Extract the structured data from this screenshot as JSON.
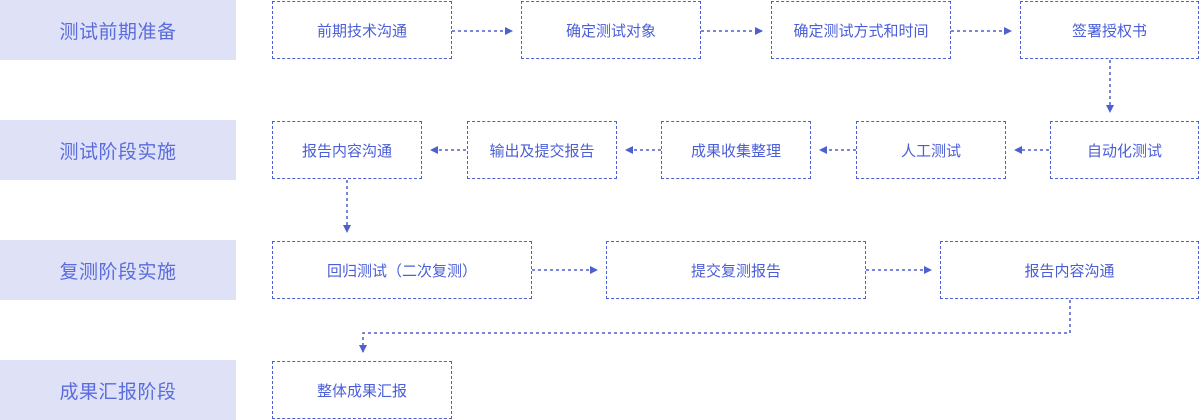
{
  "colors": {
    "stage_bg": "#dfe2f7",
    "stage_text": "#5a6cdc",
    "step_border": "#4e5fcf",
    "step_text": "#4a5ed8",
    "arrow": "#4e5fcf"
  },
  "stages": [
    {
      "label": "测试前期准备"
    },
    {
      "label": "测试阶段实施"
    },
    {
      "label": "复测阶段实施"
    },
    {
      "label": "成果汇报阶段"
    }
  ],
  "steps": {
    "row1": [
      "前期技术沟通",
      "确定测试对象",
      "确定测试方式和时间",
      "签署授权书"
    ],
    "row2": [
      "报告内容沟通",
      "输出及提交报告",
      "成果收集整理",
      "人工测试",
      "自动化测试"
    ],
    "row3": [
      "回归测试（二次复测）",
      "提交复测报告",
      "报告内容沟通"
    ],
    "row4": [
      "整体成果汇报"
    ]
  }
}
